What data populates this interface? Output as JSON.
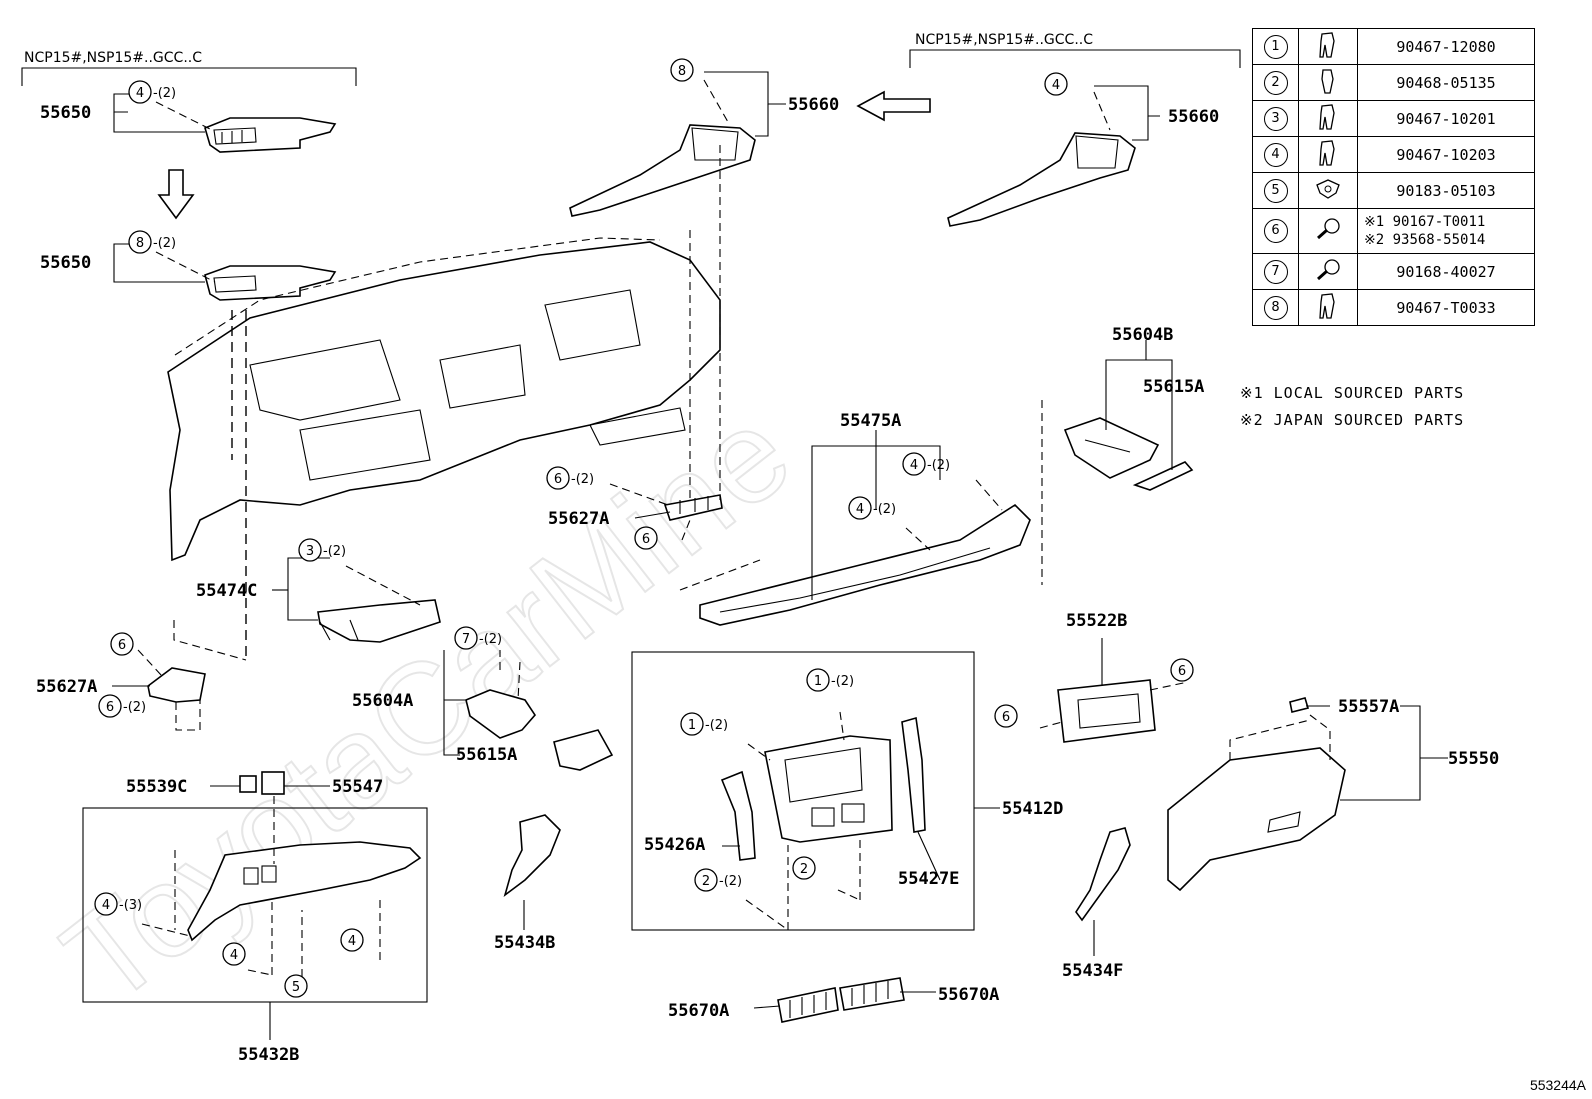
{
  "watermark": "ToyotaCarMine",
  "illustration_id": "553244A",
  "variant_labels": {
    "left": "NCP15#,NSP15#..GCC..C",
    "right": "NCP15#,NSP15#..GCC..C"
  },
  "fastener_table": [
    {
      "ref": "1",
      "icon": "clip-icon",
      "part_no": "90467-12080"
    },
    {
      "ref": "2",
      "icon": "clip-icon",
      "part_no": "90468-05135"
    },
    {
      "ref": "3",
      "icon": "clip-icon",
      "part_no": "90467-10201"
    },
    {
      "ref": "4",
      "icon": "clip-icon",
      "part_no": "90467-10203"
    },
    {
      "ref": "5",
      "icon": "nut-clip-icon",
      "part_no": "90183-05103"
    },
    {
      "ref": "6",
      "icon": "screw-icon",
      "part_no_1": "※1  90167-T0011",
      "part_no_2": "※2  93568-55014"
    },
    {
      "ref": "7",
      "icon": "screw-icon",
      "part_no": "90168-40027"
    },
    {
      "ref": "8",
      "icon": "clip-icon",
      "part_no": "90467-T0033"
    }
  ],
  "notes": [
    "※1 LOCAL SOURCED PARTS",
    "※2 JAPAN SOURCED PARTS"
  ],
  "part_labels": {
    "p55650_top": "55650",
    "p55650_bottom": "55650",
    "p55660_left": "55660",
    "p55660_right": "55660",
    "p55604B": "55604B",
    "p55615A_top": "55615A",
    "p55475A": "55475A",
    "p55627A_mid": "55627A",
    "p55474C": "55474C",
    "p55627A_left": "55627A",
    "p55604A": "55604A",
    "p55615A_bottom": "55615A",
    "p55522B": "55522B",
    "p55557A": "55557A",
    "p55550": "55550",
    "p55539C": "55539C",
    "p55547": "55547",
    "p55412D": "55412D",
    "p55426A": "55426A",
    "p55427E": "55427E",
    "p55434B": "55434B",
    "p55434F": "55434F",
    "p55432B": "55432B",
    "p55670A_left": "55670A",
    "p55670A_right": "55670A"
  },
  "callouts": [
    {
      "id": "c1",
      "num": "4",
      "qty": "-(2)"
    },
    {
      "id": "c2",
      "num": "8",
      "qty": "-(2)"
    },
    {
      "id": "c3",
      "num": "8",
      "qty": ""
    },
    {
      "id": "c4",
      "num": "4",
      "qty": ""
    },
    {
      "id": "c5",
      "num": "6",
      "qty": "-(2)"
    },
    {
      "id": "c6",
      "num": "6",
      "qty": ""
    },
    {
      "id": "c7",
      "num": "4",
      "qty": "-(2)"
    },
    {
      "id": "c8",
      "num": "4",
      "qty": "-(2)"
    },
    {
      "id": "c9",
      "num": "3",
      "qty": "-(2)"
    },
    {
      "id": "c10",
      "num": "6",
      "qty": ""
    },
    {
      "id": "c11",
      "num": "6",
      "qty": "-(2)"
    },
    {
      "id": "c12",
      "num": "7",
      "qty": "-(2)"
    },
    {
      "id": "c13",
      "num": "6",
      "qty": ""
    },
    {
      "id": "c14",
      "num": "6",
      "qty": ""
    },
    {
      "id": "c15",
      "num": "1",
      "qty": "-(2)"
    },
    {
      "id": "c16",
      "num": "1",
      "qty": "-(2)"
    },
    {
      "id": "c17",
      "num": "2",
      "qty": "-(2)"
    },
    {
      "id": "c18",
      "num": "2",
      "qty": ""
    },
    {
      "id": "c19",
      "num": "4",
      "qty": "-(3)"
    },
    {
      "id": "c20",
      "num": "4",
      "qty": ""
    },
    {
      "id": "c21",
      "num": "4",
      "qty": ""
    },
    {
      "id": "c22",
      "num": "5",
      "qty": ""
    }
  ]
}
